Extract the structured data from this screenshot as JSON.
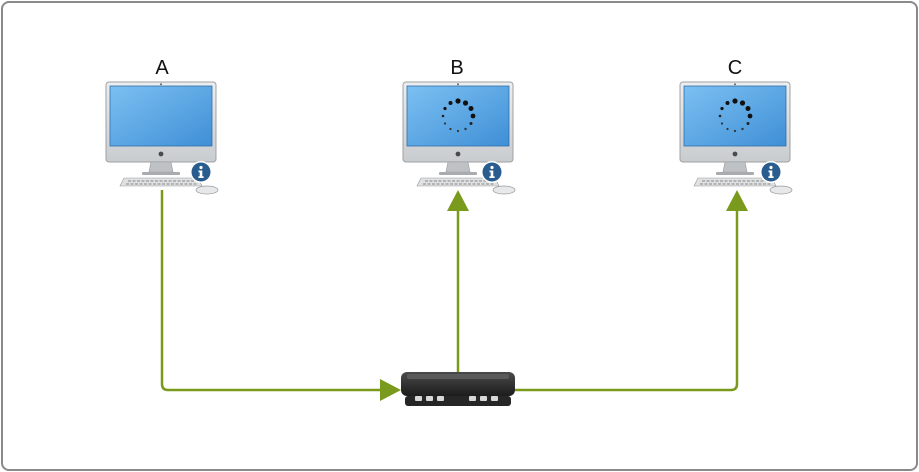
{
  "computers": [
    {
      "id": "a",
      "label": "A",
      "state": "idle",
      "badge": "info-icon"
    },
    {
      "id": "b",
      "label": "B",
      "state": "loading",
      "badge": "info-icon"
    },
    {
      "id": "c",
      "label": "C",
      "state": "loading",
      "badge": "info-icon"
    }
  ],
  "device": {
    "type": "network-switch",
    "icon": "switch-icon"
  },
  "connections": [
    {
      "from": "A",
      "to": "switch",
      "direction": "to-switch"
    },
    {
      "from": "switch",
      "to": "B",
      "direction": "to-computer"
    },
    {
      "from": "switch",
      "to": "C",
      "direction": "to-computer"
    }
  ],
  "colors": {
    "link": "#7a9a1e",
    "screen": "#5aa6e8",
    "bezel": "#d7d9db",
    "badge": "#2a5d8f",
    "switch": "#2b2b2b",
    "frame": "#8a8a8a"
  }
}
